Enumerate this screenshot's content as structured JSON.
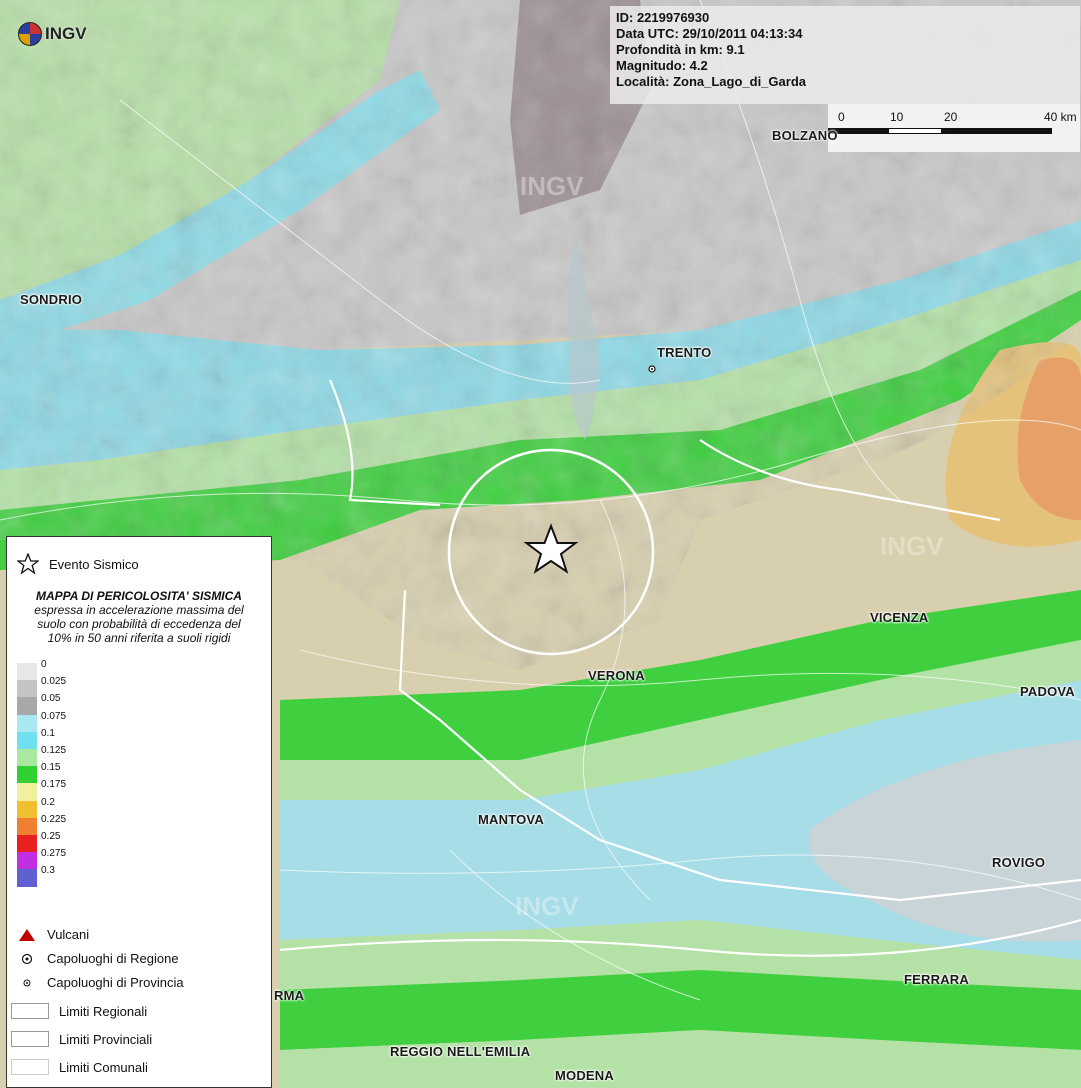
{
  "logo": {
    "text": "INGV"
  },
  "info": {
    "id": "ID: 2219976930",
    "date": "Data UTC: 29/10/2011 04:13:34",
    "depth": "Profondità in km: 9.1",
    "magnitude": "Magnitudo: 4.2",
    "location": "Località: Zona_Lago_di_Garda"
  },
  "scale": {
    "ticks": [
      "0",
      "10",
      "20",
      "40 km"
    ]
  },
  "watermark": "INGV",
  "cities": {
    "bolzano": "BOLZANO",
    "sondrio": "SONDRIO",
    "trento": "TRENTO",
    "vicenza": "VICENZA",
    "verona": "VERONA",
    "padova": "PADOVA",
    "mantova": "MANTOVA",
    "rovigo": "ROVIGO",
    "ferrara": "FERRARA",
    "parma": "RMA",
    "reggio": "REGGIO NELL'EMILIA",
    "modena": "MODENA"
  },
  "legend": {
    "event": "Evento Sismico",
    "title_bold": "MAPPA DI PERICOLOSITA' SISMICA",
    "title_line1": "espressa in accelerazione massima del",
    "title_line2": "suolo con probabilità di eccedenza del",
    "title_line3": "10% in 50 anni riferita a suoli rigidi",
    "scale_values": [
      "0",
      "0.025",
      "0.05",
      "0.075",
      "0.1",
      "0.125",
      "0.15",
      "0.175",
      "0.2",
      "0.225",
      "0.25",
      "0.275",
      "0.3"
    ],
    "scale_colors": [
      "#e8e8e8",
      "#c4c4c4",
      "#a8a8a8",
      "#a8e8f0",
      "#6ee0f0",
      "#a8e8a0",
      "#30d030",
      "#f0f0a0",
      "#f0c030",
      "#f08030",
      "#e82020",
      "#c030e0",
      "#6060d0"
    ],
    "volcanoes": "Vulcani",
    "regional_capitals": "Capoluoghi di Regione",
    "provincial_capitals": "Capoluoghi di Provincia",
    "regional_limits": "Limiti Regionali",
    "provincial_limits": "Limiti Provinciali",
    "municipal_limits": "Limiti Comunali"
  },
  "colors": {
    "grey": "#c8c8c8",
    "lightblue": "#a8e0e8",
    "cyan": "#7fd8e8",
    "lightgreen": "#b0e0a8",
    "green": "#3cc83c",
    "tan": "#d8cfae",
    "yellow": "#e8d27a",
    "orange": "#e89050",
    "paleblue": "#c0e4ea"
  }
}
